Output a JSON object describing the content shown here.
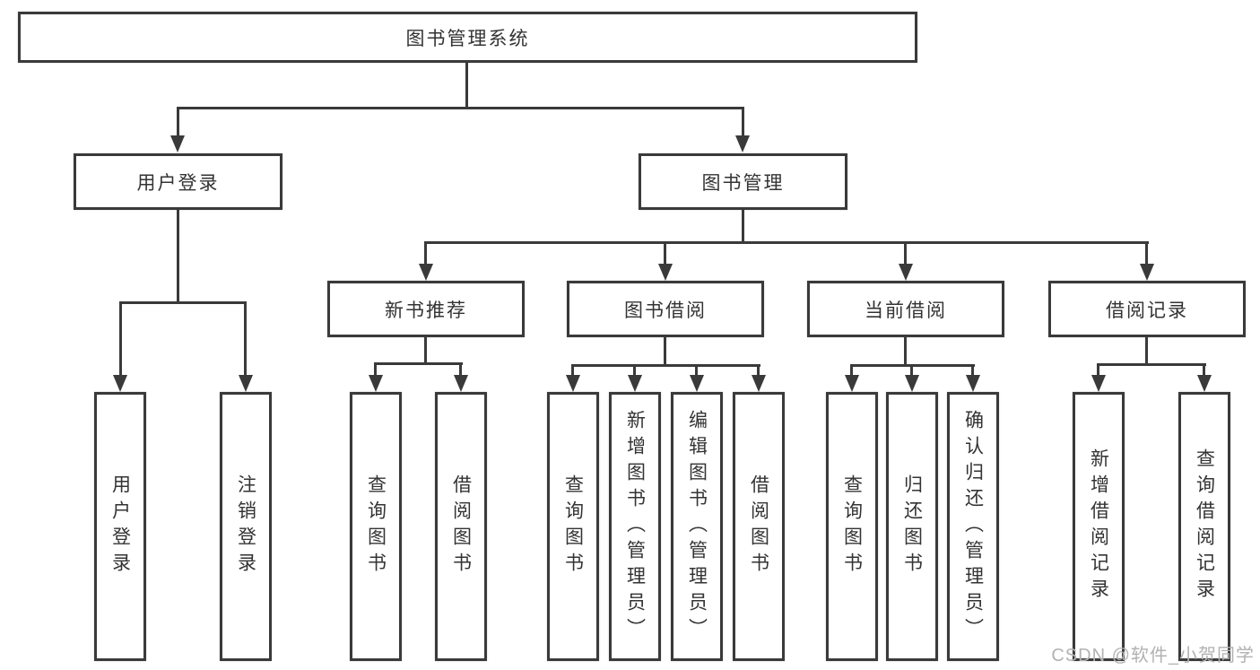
{
  "tree": {
    "root": "图书管理系统",
    "level2": [
      "用户登录",
      "图书管理"
    ],
    "level3": [
      "新书推荐",
      "图书借阅",
      "当前借阅",
      "借阅记录"
    ],
    "leaves": {
      "user_login": [
        "用户登录",
        "注销登录"
      ],
      "new_book_recommend": [
        "查询图书",
        "借阅图书"
      ],
      "book_borrow": [
        "查询图书",
        "新增图书（管理员）",
        "编辑图书（管理员）",
        "借阅图书"
      ],
      "current_borrow": [
        "查询图书",
        "归还图书",
        "确认归还（管理员）"
      ],
      "borrow_record": [
        "新增借阅记录",
        "查询借阅记录"
      ]
    }
  },
  "watermark": "CSDN @软件_小贺同学",
  "colors": {
    "line": "#3a3a3a",
    "box_border": "#3a3a3a",
    "text": "#333333",
    "background": "#ffffff",
    "watermark_text": "#b2b2b2"
  }
}
